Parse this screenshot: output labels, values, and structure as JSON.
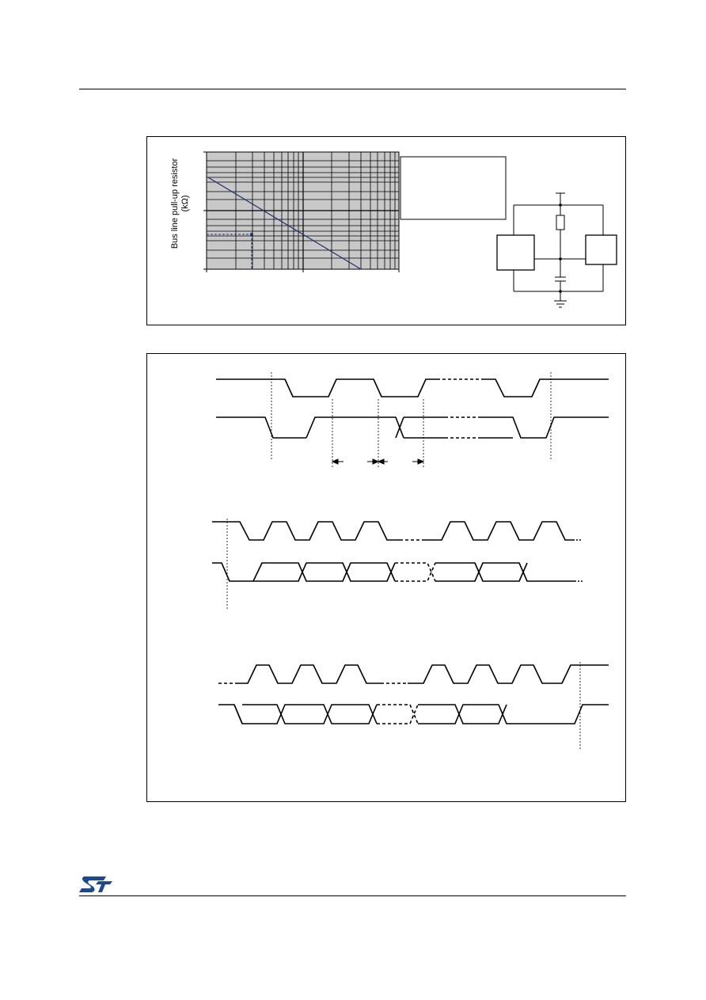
{
  "figure1": {
    "y_axis_label": "Bus line pull-up resistor",
    "y_axis_unit": "(kΩ)"
  },
  "colors": {
    "plot_background": "#c8c8c8",
    "curve": "#1f2f6f",
    "ink": "#000000"
  },
  "logo": "ST"
}
